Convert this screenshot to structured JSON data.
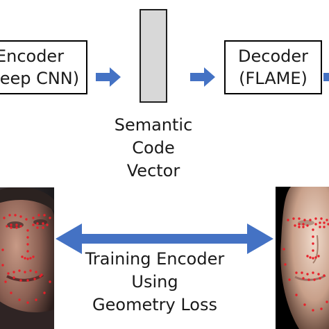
{
  "encoder": {
    "line1": "Encoder",
    "line2": "(Deep CNN)"
  },
  "decoder": {
    "line1": "Decoder",
    "line2": "(FLAME)"
  },
  "code_vector_label": {
    "line1": "Semantic",
    "line2": "Code",
    "line3": "Vector"
  },
  "training_label": {
    "line1": "Training Encoder",
    "line2": "Using",
    "line3": "Geometry Loss"
  },
  "colors": {
    "arrow": "#4472c4",
    "vector_fill": "#d8d8d8",
    "landmark": "#e8202a",
    "box_border": "#000000"
  }
}
